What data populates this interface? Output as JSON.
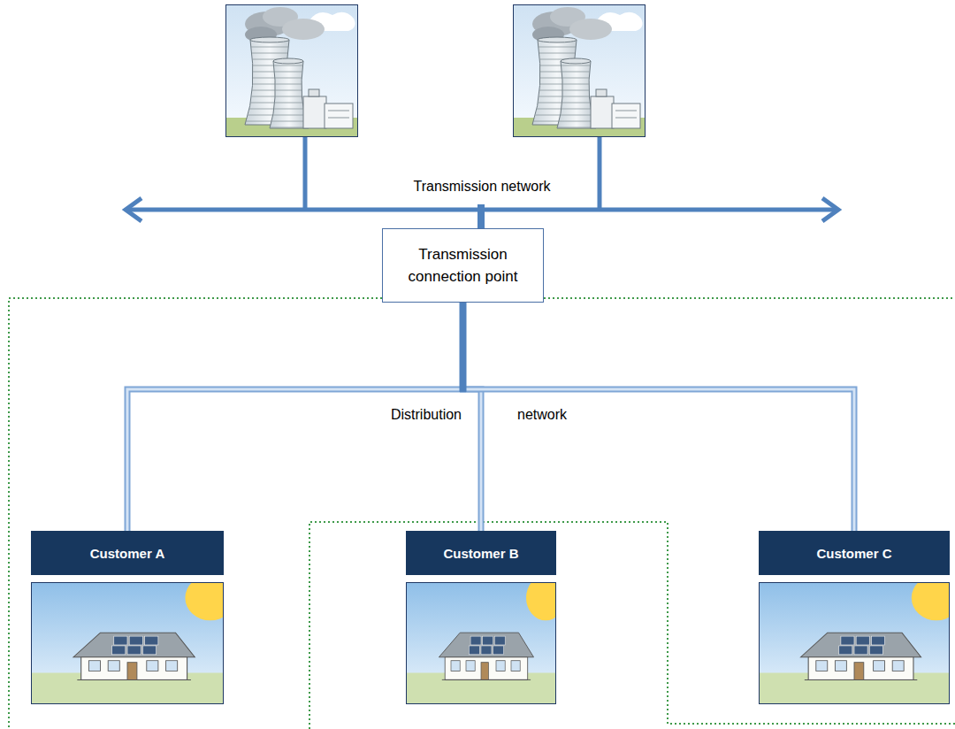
{
  "diagram": {
    "nodes": [
      {
        "text": [
          "Transmission connection point"
        ]
      },
      {
        "text": [
          "Customer A"
        ]
      },
      {
        "text": [
          "Customer B"
        ]
      },
      {
        "text": [
          "Customer C"
        ]
      }
    ],
    "edges": [
      {
        "from": 0,
        "to": 1,
        "arrow": "none"
      },
      {
        "from": 0,
        "to": 2,
        "arrow": "none"
      },
      {
        "from": 0,
        "to": 3,
        "arrow": "none"
      }
    ],
    "labels": [
      "Transmission network",
      "Distribution",
      "network"
    ]
  }
}
